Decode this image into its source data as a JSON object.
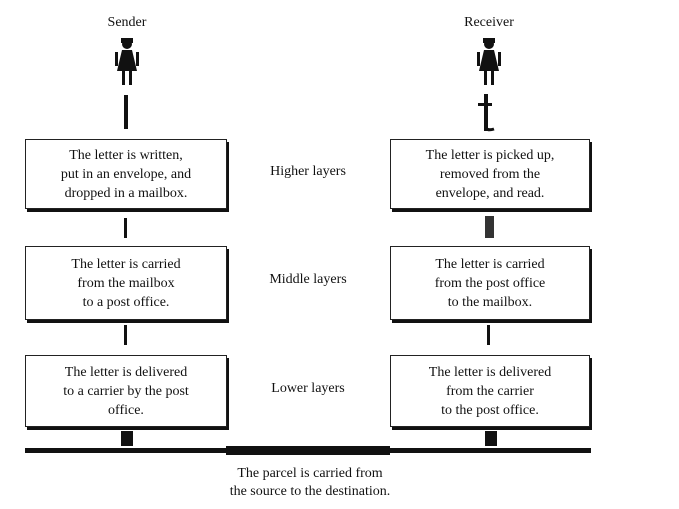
{
  "sender_label": "Sender",
  "receiver_label": "Receiver",
  "icons": {
    "sender": "person-icon",
    "receiver": "person-icon"
  },
  "layers": [
    {
      "name": "Higher layers",
      "sender_text": "The letter is written,\nput in an envelope, and\ndropped in a mailbox.",
      "receiver_text": "The letter is picked up,\nremoved from the\nenvelope, and read."
    },
    {
      "name": "Middle layers",
      "sender_text": "The letter is carried\nfrom the mailbox\nto a post office.",
      "receiver_text": "The letter is carried\nfrom the post office\nto the mailbox."
    },
    {
      "name": "Lower layers",
      "sender_text": "The letter is delivered\nto a carrier by the post\noffice.",
      "receiver_text": "The letter is delivered\nfrom the carrier\nto the post office."
    }
  ],
  "caption": "The parcel is carried from\nthe source to the destination."
}
